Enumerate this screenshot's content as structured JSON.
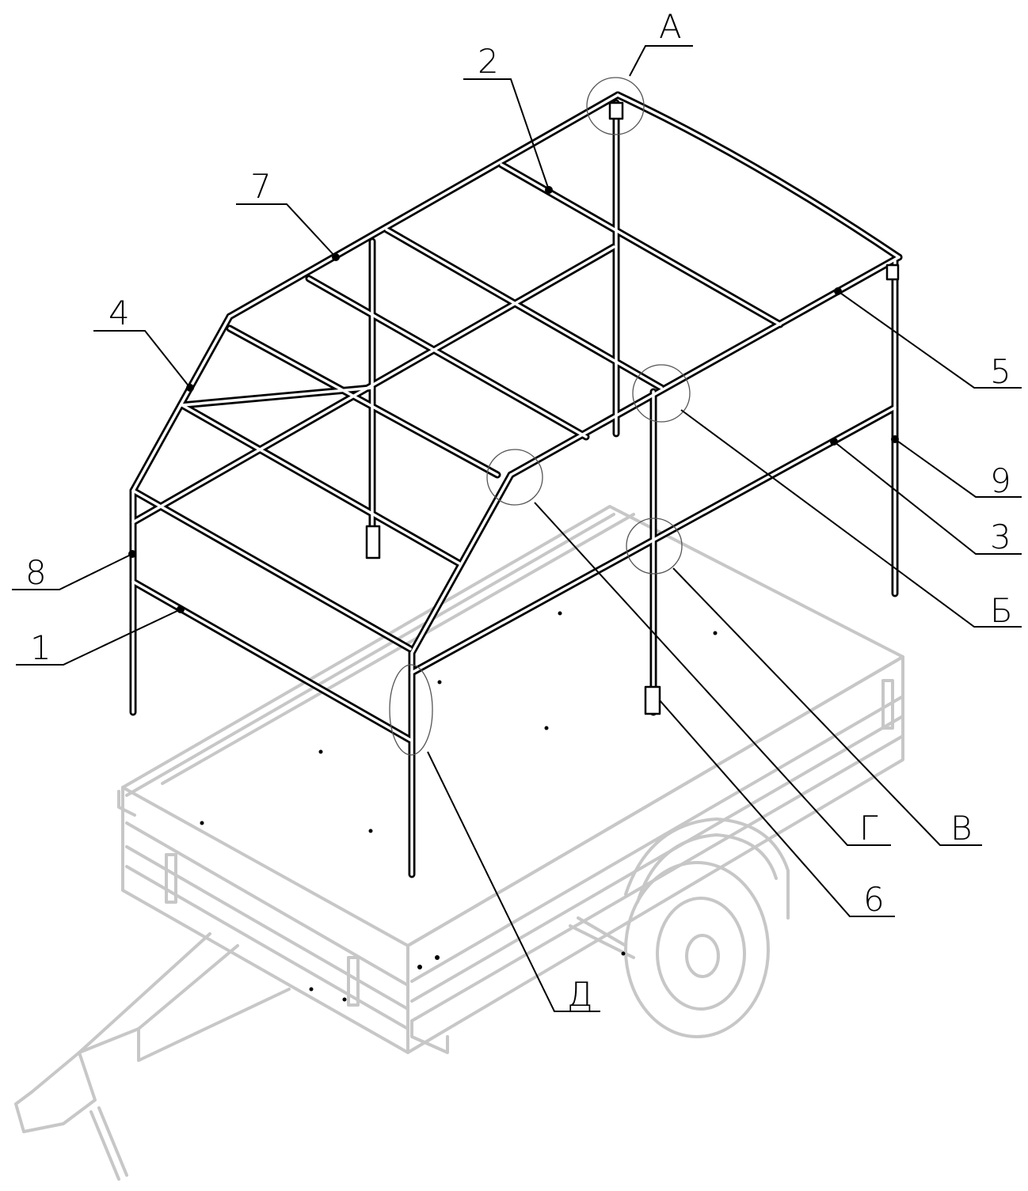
{
  "callouts": {
    "label_A": "А",
    "label_2": "2",
    "label_7": "7",
    "label_4": "4",
    "label_5": "5",
    "label_9": "9",
    "label_3": "3",
    "label_B_cyr": "Б",
    "label_8": "8",
    "label_1": "1",
    "label_G": "Г",
    "label_V": "В",
    "label_6": "6",
    "label_D": "Д"
  },
  "colors": {
    "frame": "#000000",
    "trailer": "#c7c7c7"
  }
}
